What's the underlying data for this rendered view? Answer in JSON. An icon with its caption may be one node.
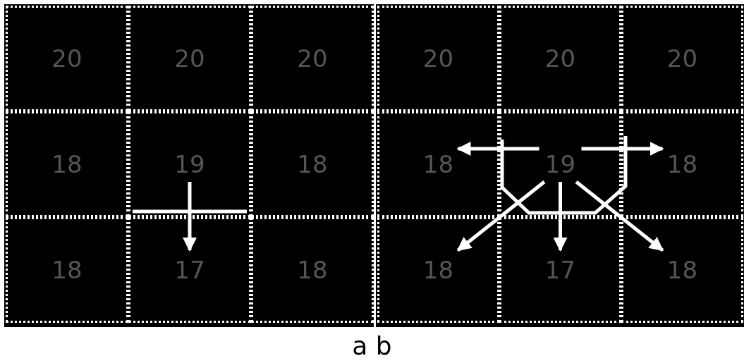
{
  "diagram": {
    "nodes": [
      {
        "text": [
          "20"
        ]
      },
      {
        "text": [
          "20"
        ]
      },
      {
        "text": [
          "20"
        ]
      },
      {
        "text": [
          "18"
        ]
      },
      {
        "text": [
          "19"
        ]
      },
      {
        "text": [
          "18"
        ]
      },
      {
        "text": [
          "18"
        ]
      },
      {
        "text": [
          "17"
        ]
      },
      {
        "text": [
          "18"
        ]
      },
      {
        "text": [
          "20"
        ]
      },
      {
        "text": [
          "20"
        ]
      },
      {
        "text": [
          "20"
        ]
      },
      {
        "text": [
          "18"
        ]
      },
      {
        "text": [
          "19"
        ]
      },
      {
        "text": [
          "18"
        ]
      },
      {
        "text": [
          "18"
        ]
      },
      {
        "text": [
          "17"
        ]
      },
      {
        "text": [
          "18"
        ]
      }
    ],
    "edges": [
      {
        "from": 4,
        "to": 7,
        "arrow": "to"
      },
      {
        "from": 13,
        "to": 12,
        "arrow": "to"
      },
      {
        "from": 13,
        "to": 14,
        "arrow": "to"
      },
      {
        "from": 13,
        "to": 15,
        "arrow": "to"
      },
      {
        "from": 13,
        "to": 16,
        "arrow": "to"
      },
      {
        "from": 13,
        "to": 17,
        "arrow": "to"
      }
    ],
    "labels": [
      "a b"
    ]
  }
}
